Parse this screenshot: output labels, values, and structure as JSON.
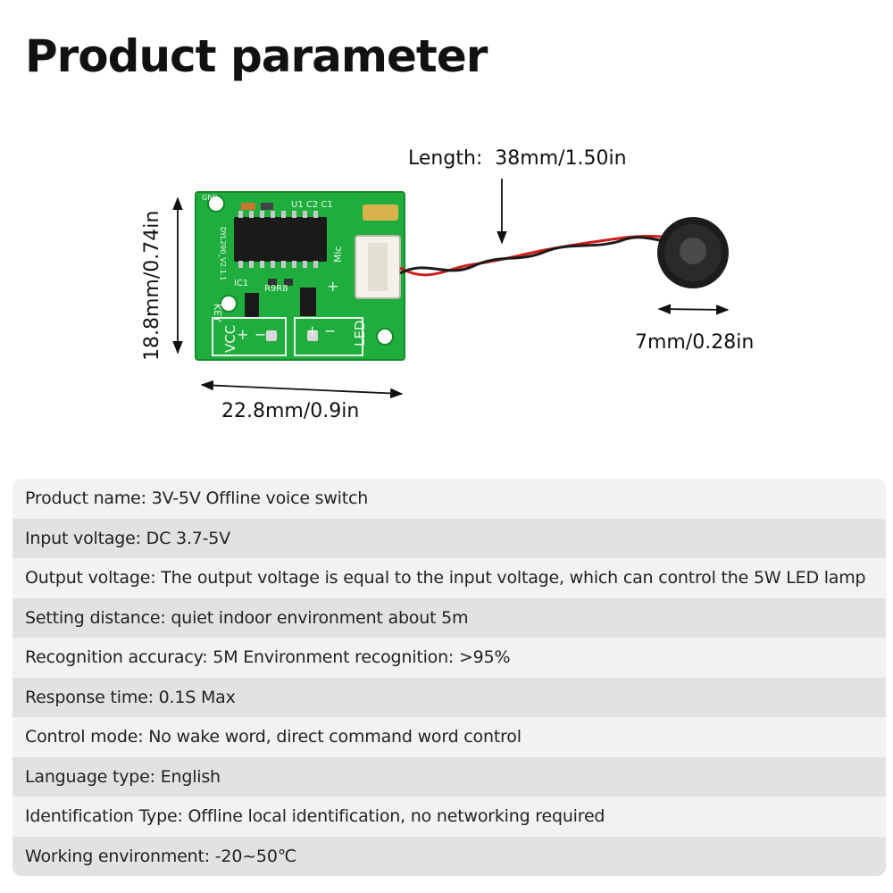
{
  "title": "Product parameter",
  "dimensions": {
    "length_prefix": "Length:",
    "length_value": "38mm/1.50in",
    "width": "22.8mm/0.9in",
    "height": "18.8mm/0.74in",
    "mic_diameter": "7mm/0.28in"
  },
  "board_silk": {
    "model": "DYL290_V2.1.1",
    "key": "KEY",
    "vcc": "VCC",
    "led": "LED",
    "mic": "Mic",
    "ic1": "IC1",
    "r9r8": "R9R8",
    "u1c2c1": "U1 C2 C1",
    "gnd": "GND"
  },
  "colors": {
    "board": "#1fae3e",
    "board_dark": "#11852a",
    "chip": "#1a1a1a",
    "wire_red": "#d01c1c",
    "wire_black": "#1a1a1a",
    "connector": "#f4f1ea"
  },
  "specs": [
    "Product name: 3V-5V Offline voice switch",
    "Input voltage: DC 3.7-5V",
    "Output voltage: The output voltage is equal to the input voltage, which can control the 5W LED lamp",
    "Setting distance: quiet indoor environment about 5m",
    "Recognition accuracy: 5M Environment recognition: >95%",
    "Response time: 0.1S Max",
    "Control mode: No wake word, direct command word control",
    "Language type: English",
    "Identification Type: Offline local identification, no networking required",
    "Working environment: -20~50℃"
  ]
}
